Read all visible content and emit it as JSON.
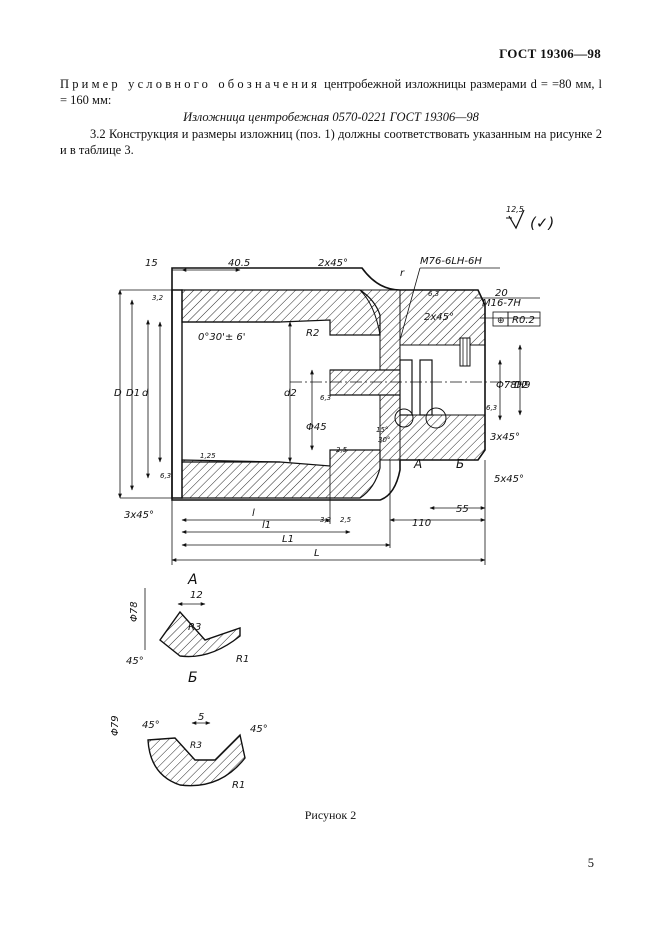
{
  "header": {
    "standard": "ГОСТ 19306—98"
  },
  "text": {
    "example_spaced": "Пример условного обозначения",
    "example_rest": " центробежной изложницы размерами d = =80 мм, l = 160 мм:",
    "designation": "Изложница центробежная 0570-0221 ГОСТ 19306—98",
    "clause": "3.2 Конструкция и размеры изложниц (поз. 1) должны соответствовать указанным на рисунке 2 и в таблице 3."
  },
  "figure": {
    "caption": "Рисунок 2",
    "roughness_symbol": "12,5",
    "roughness_note": "(✓)",
    "labels": {
      "d15": "15",
      "d40_5": "40.5",
      "d2x45": "2x45°",
      "thread_main": "M76-6LH-6H",
      "r": "r",
      "d20": "20",
      "thread_small": "M16-7H",
      "tol": "R0.2",
      "ra3_2": "3,2",
      "angle": "0°30'± 6'",
      "R2": "R2",
      "D": "D",
      "D1": "D1",
      "d": "d",
      "d2": "d2",
      "phi45": "Φ45",
      "phi78H9": "Φ78H9",
      "D2": "D2",
      "ra6_3a": "6,3",
      "ra6_3b": "6,3",
      "ra6_3c": "6,3",
      "ra6_3d": "6,3",
      "ra1_25": "1,25",
      "ra2_5a": "2,5",
      "ra2_5b": "2,5",
      "ang15": "15°",
      "ang30": "30°",
      "secA": "А",
      "secB": "Б",
      "c3x45a": "3x45°",
      "c3x45b": "3x45°",
      "c5x45": "5x45°",
      "l": "l",
      "l1": "l1",
      "L1": "L1",
      "L": "L",
      "d110": "110",
      "d55": "55",
      "ra3_2b": "3,2",
      "d2x45v": "2x45°"
    },
    "sectionA": {
      "title": "А",
      "phi78": "Φ78",
      "d12": "12",
      "R3": "R3",
      "a45": "45°",
      "R1": "R1"
    },
    "sectionB": {
      "title": "Б",
      "phi79": "Φ79",
      "d5": "5",
      "R3": "R3",
      "a45l": "45°",
      "a45r": "45°",
      "R1": "R1"
    }
  },
  "page": {
    "number": "5"
  }
}
